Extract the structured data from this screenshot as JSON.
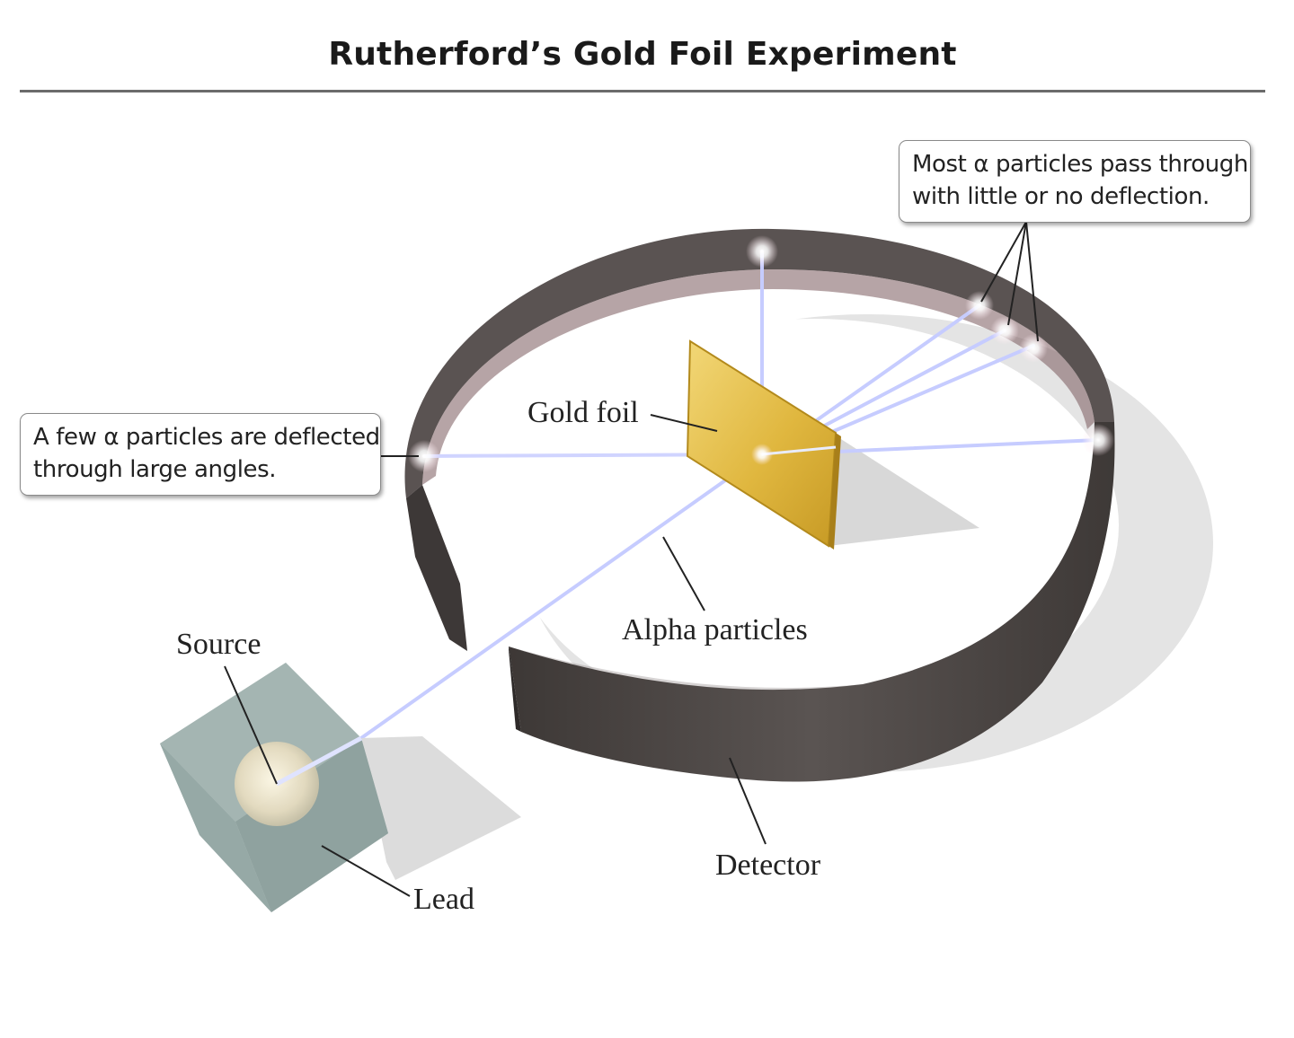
{
  "title": "Rutherford’s Gold Foil Experiment",
  "callouts": {
    "pass_through": [
      "Most α particles pass through",
      "with little or no deflection."
    ],
    "deflected": [
      "A few α particles are deflected",
      "through large angles."
    ]
  },
  "labels": {
    "gold_foil": "Gold foil",
    "alpha_particles": "Alpha particles",
    "source": "Source",
    "lead": "Lead",
    "detector": "Detector"
  },
  "colors": {
    "detector": "#4f4a48",
    "foil": "#e6c04a",
    "lead": "#97aaa8",
    "beam": "#c8cfff",
    "flash": "#ffffff"
  }
}
